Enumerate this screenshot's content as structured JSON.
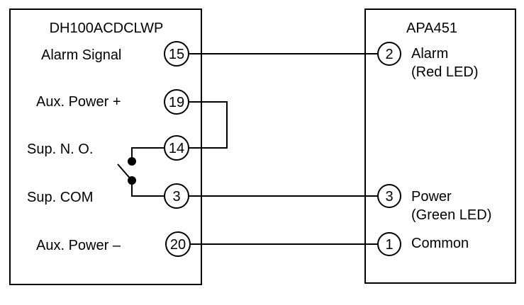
{
  "left_device": {
    "title": "DH100ACDCLWP",
    "labels": {
      "alarm_signal": "Alarm Signal",
      "aux_power_plus": "Aux. Power +",
      "sup_no": "Sup. N. O.",
      "sup_com": "Sup. COM",
      "aux_power_minus": "Aux. Power –"
    },
    "terminals": {
      "t15": "15",
      "t19": "19",
      "t14": "14",
      "t3": "3",
      "t20": "20"
    }
  },
  "right_device": {
    "title": "APA451",
    "labels": {
      "alarm_line1": "Alarm",
      "alarm_line2": "(Red LED)",
      "power_line1": "Power",
      "power_line2": "(Green LED)",
      "common": "Common"
    },
    "terminals": {
      "t2": "2",
      "t3": "3",
      "t1": "1"
    }
  }
}
